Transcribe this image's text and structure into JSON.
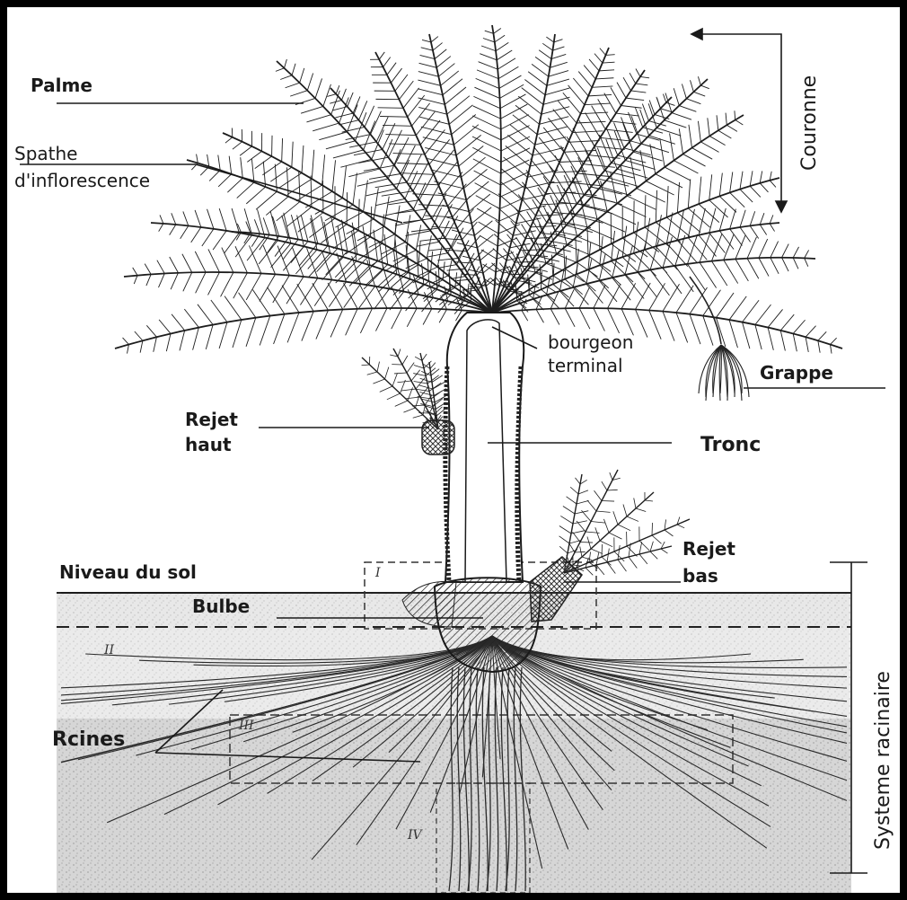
{
  "diagram": {
    "labels": {
      "palme": "Palme",
      "spathe_line1": "Spathe",
      "spathe_line2": "d'inflorescence",
      "couronne": "Couronne",
      "bourgeon_line1": "bourgeon",
      "bourgeon_line2": "terminal",
      "grappe": "Grappe",
      "rejet_haut_line1": "Rejet",
      "rejet_haut_line2": "haut",
      "tronc": "Tronc",
      "niveau_du_sol": "Niveau du sol",
      "rejet_bas_line1": "Rejet",
      "rejet_bas_line2": "bas",
      "bulbe": "Bulbe",
      "racines": "Rcines",
      "systeme_racinaire": "Systeme racinaire"
    },
    "zones": [
      "I",
      "II",
      "III",
      "IV"
    ],
    "colors": {
      "frame": "#000000",
      "paper": "#ffffff",
      "ink": "#1a1a1a",
      "soil": "#cfcfcf"
    }
  }
}
